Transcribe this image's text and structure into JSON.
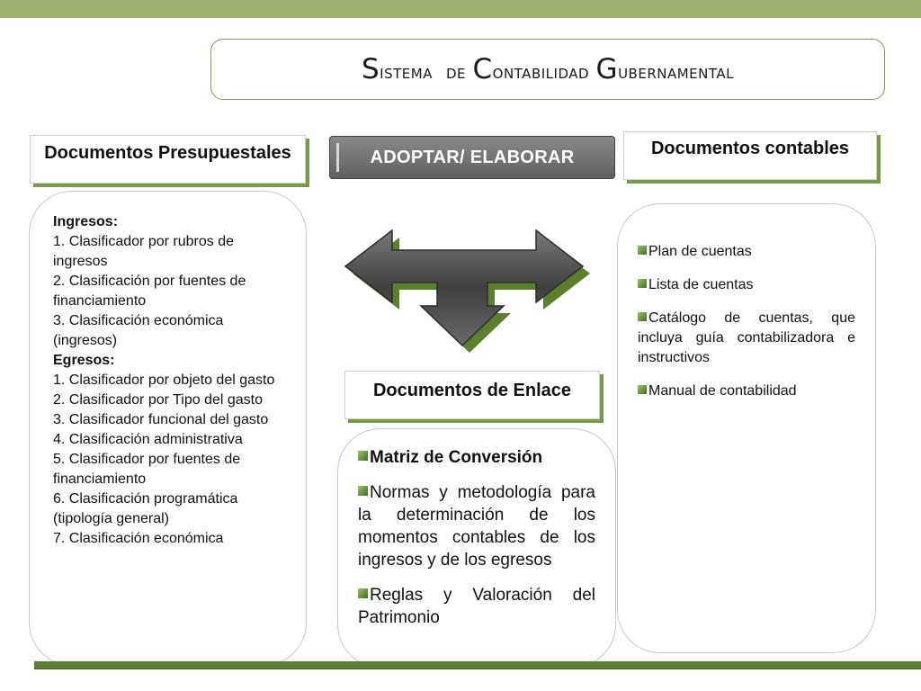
{
  "title": {
    "parts": [
      {
        "first": "S",
        "rest": "istema"
      },
      {
        "first": "",
        "rest": "de"
      },
      {
        "first": "C",
        "rest": "ontabilidad"
      },
      {
        "first": "G",
        "rest": "ubernamental"
      }
    ]
  },
  "headers": {
    "presupuestales": "Documentos Presupuestales",
    "action": "ADOPTAR/ ELABORAR",
    "contables": "Documentos contables",
    "enlace": "Documentos de Enlace"
  },
  "presupuestales": {
    "ingresos_label": "Ingresos:",
    "ingresos": [
      "1. Clasificador por rubros de ingresos",
      "2. Clasificación por fuentes de financiamiento",
      "3. Clasificación económica (ingresos)"
    ],
    "egresos_label": "Egresos:",
    "egresos": [
      "1. Clasificador por objeto del gasto",
      "2. Clasificador por Tipo del gasto",
      "3. Clasificador funcional del gasto",
      "4. Clasificación administrativa",
      "5. Clasificador por fuentes de financiamiento",
      "6. Clasificación programática (tipología general)",
      "7. Clasificación económica"
    ]
  },
  "contables": {
    "items": [
      "Plan de cuentas",
      "Lista de cuentas",
      "Catálogo de cuentas, que incluya guía contabilizadora e instructivos",
      "Manual de contabilidad"
    ]
  },
  "enlace": {
    "items": [
      "Matriz de Conversión",
      "Normas y metodología para la determinación de los momentos contables de los ingresos y de los egresos",
      "Reglas y Valoración del Patrimonio"
    ]
  },
  "colors": {
    "accent_green": "#9db16f",
    "dark_green": "#5e7f33",
    "arrow_gray": "#555555",
    "button_gray": "#6f6f6f"
  },
  "icons": {
    "arrow": "three-way-arrow-icon",
    "bullet": "square-bullet-icon"
  }
}
